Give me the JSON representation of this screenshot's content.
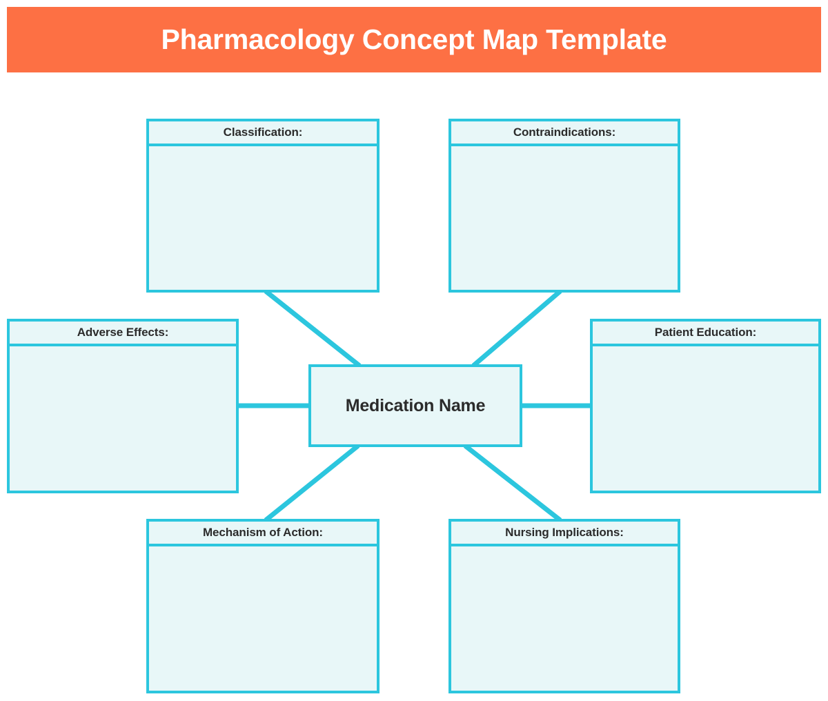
{
  "header": {
    "title": "Pharmacology Concept Map Template",
    "background_color": "#FD7044",
    "text_color": "#FFFFFF"
  },
  "theme": {
    "node_border_color": "#2CC6DE",
    "node_fill_color": "#E8F7F8",
    "connector_color": "#2CC6DE",
    "label_text_color": "#2B2B2B",
    "page_background": "#FFFFFF"
  },
  "center_node": {
    "label": "Medication Name"
  },
  "nodes": [
    {
      "id": "classification",
      "label": "Classification:",
      "body_text": ""
    },
    {
      "id": "contraindications",
      "label": "Contraindications:",
      "body_text": ""
    },
    {
      "id": "adverse-effects",
      "label": "Adverse Effects:",
      "body_text": ""
    },
    {
      "id": "patient-education",
      "label": "Patient Education:",
      "body_text": ""
    },
    {
      "id": "mechanism-of-action",
      "label": "Mechanism of Action:",
      "body_text": ""
    },
    {
      "id": "nursing-implications",
      "label": "Nursing Implications:",
      "body_text": ""
    }
  ],
  "connectors": [
    {
      "from": "classification",
      "to": "center_node",
      "style": "diagonal"
    },
    {
      "from": "contraindications",
      "to": "center_node",
      "style": "diagonal"
    },
    {
      "from": "adverse-effects",
      "to": "center_node",
      "style": "horizontal"
    },
    {
      "from": "patient-education",
      "to": "center_node",
      "style": "horizontal"
    },
    {
      "from": "mechanism-of-action",
      "to": "center_node",
      "style": "diagonal"
    },
    {
      "from": "nursing-implications",
      "to": "center_node",
      "style": "diagonal"
    }
  ]
}
